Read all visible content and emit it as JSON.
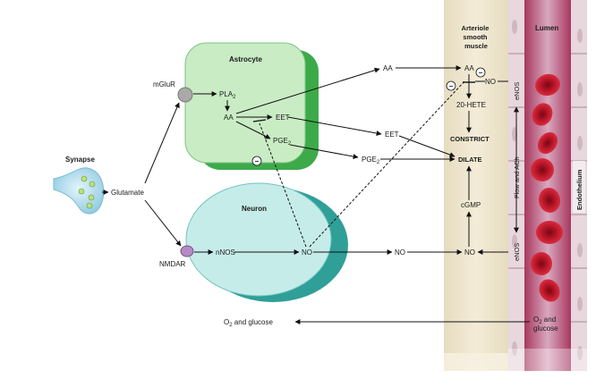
{
  "labels": {
    "synapse": "Synapse",
    "glutamate": "Glutamate",
    "mglur": "mGluR",
    "nmdar": "NMDAR",
    "astrocyte": "Astrocyte",
    "pla2_base": "PLA",
    "pla2_sub": "2",
    "aa_astro": "AA",
    "eet_astro": "EET",
    "pge2_astro_base": "PGE",
    "pge2_astro_sub": "2",
    "minus": "−",
    "neuron": "Neuron",
    "nnos": "nNOS",
    "no_neuron": "NO",
    "aa_mid": "AA",
    "eet_mid": "EET",
    "pge2_mid_base": "PGE",
    "pge2_mid_sub": "2",
    "no_mid": "NO",
    "arteriole_line1": "Arteriole",
    "arteriole_line2": "smooth",
    "arteriole_line3": "muscle",
    "aa_arteriole": "AA",
    "hete": "20-HETE",
    "no_arteriole_top": "NO",
    "constrict": "CONSTRICT",
    "dilate": "DILATE",
    "cgmp": "cGMP",
    "no_arteriole_bottom": "NO",
    "lumen": "Lumen",
    "endothelium": "Endothelium",
    "enos_top": "eNOS",
    "enos_bottom": "eNOS",
    "flow_ach": "Flow and ACh",
    "o2_glucose_left_pre": "O",
    "o2_glucose_left_sub": "2",
    "o2_glucose_left_post": " and glucose",
    "o2_right_line1_pre": "O",
    "o2_right_line1_sub": "2",
    "o2_right_line1_post": " and",
    "o2_right_line2": "glucose"
  },
  "colors": {
    "astrocyte_fill": "#c9ecc4",
    "astrocyte_shadow": "#3daa4a",
    "neuron_fill": "#c6ecea",
    "neuron_shadow": "#2f9f98",
    "smooth_muscle": "#efe6d0",
    "vessel_wall": "#c84b7f",
    "lumen": "#d6a6bd",
    "rbc": "#c0182a",
    "synapse": "#a9d8ea",
    "vesicle": "#b9e27a",
    "mglur": "#aaaaaa",
    "nmdar": "#b58ac4"
  }
}
